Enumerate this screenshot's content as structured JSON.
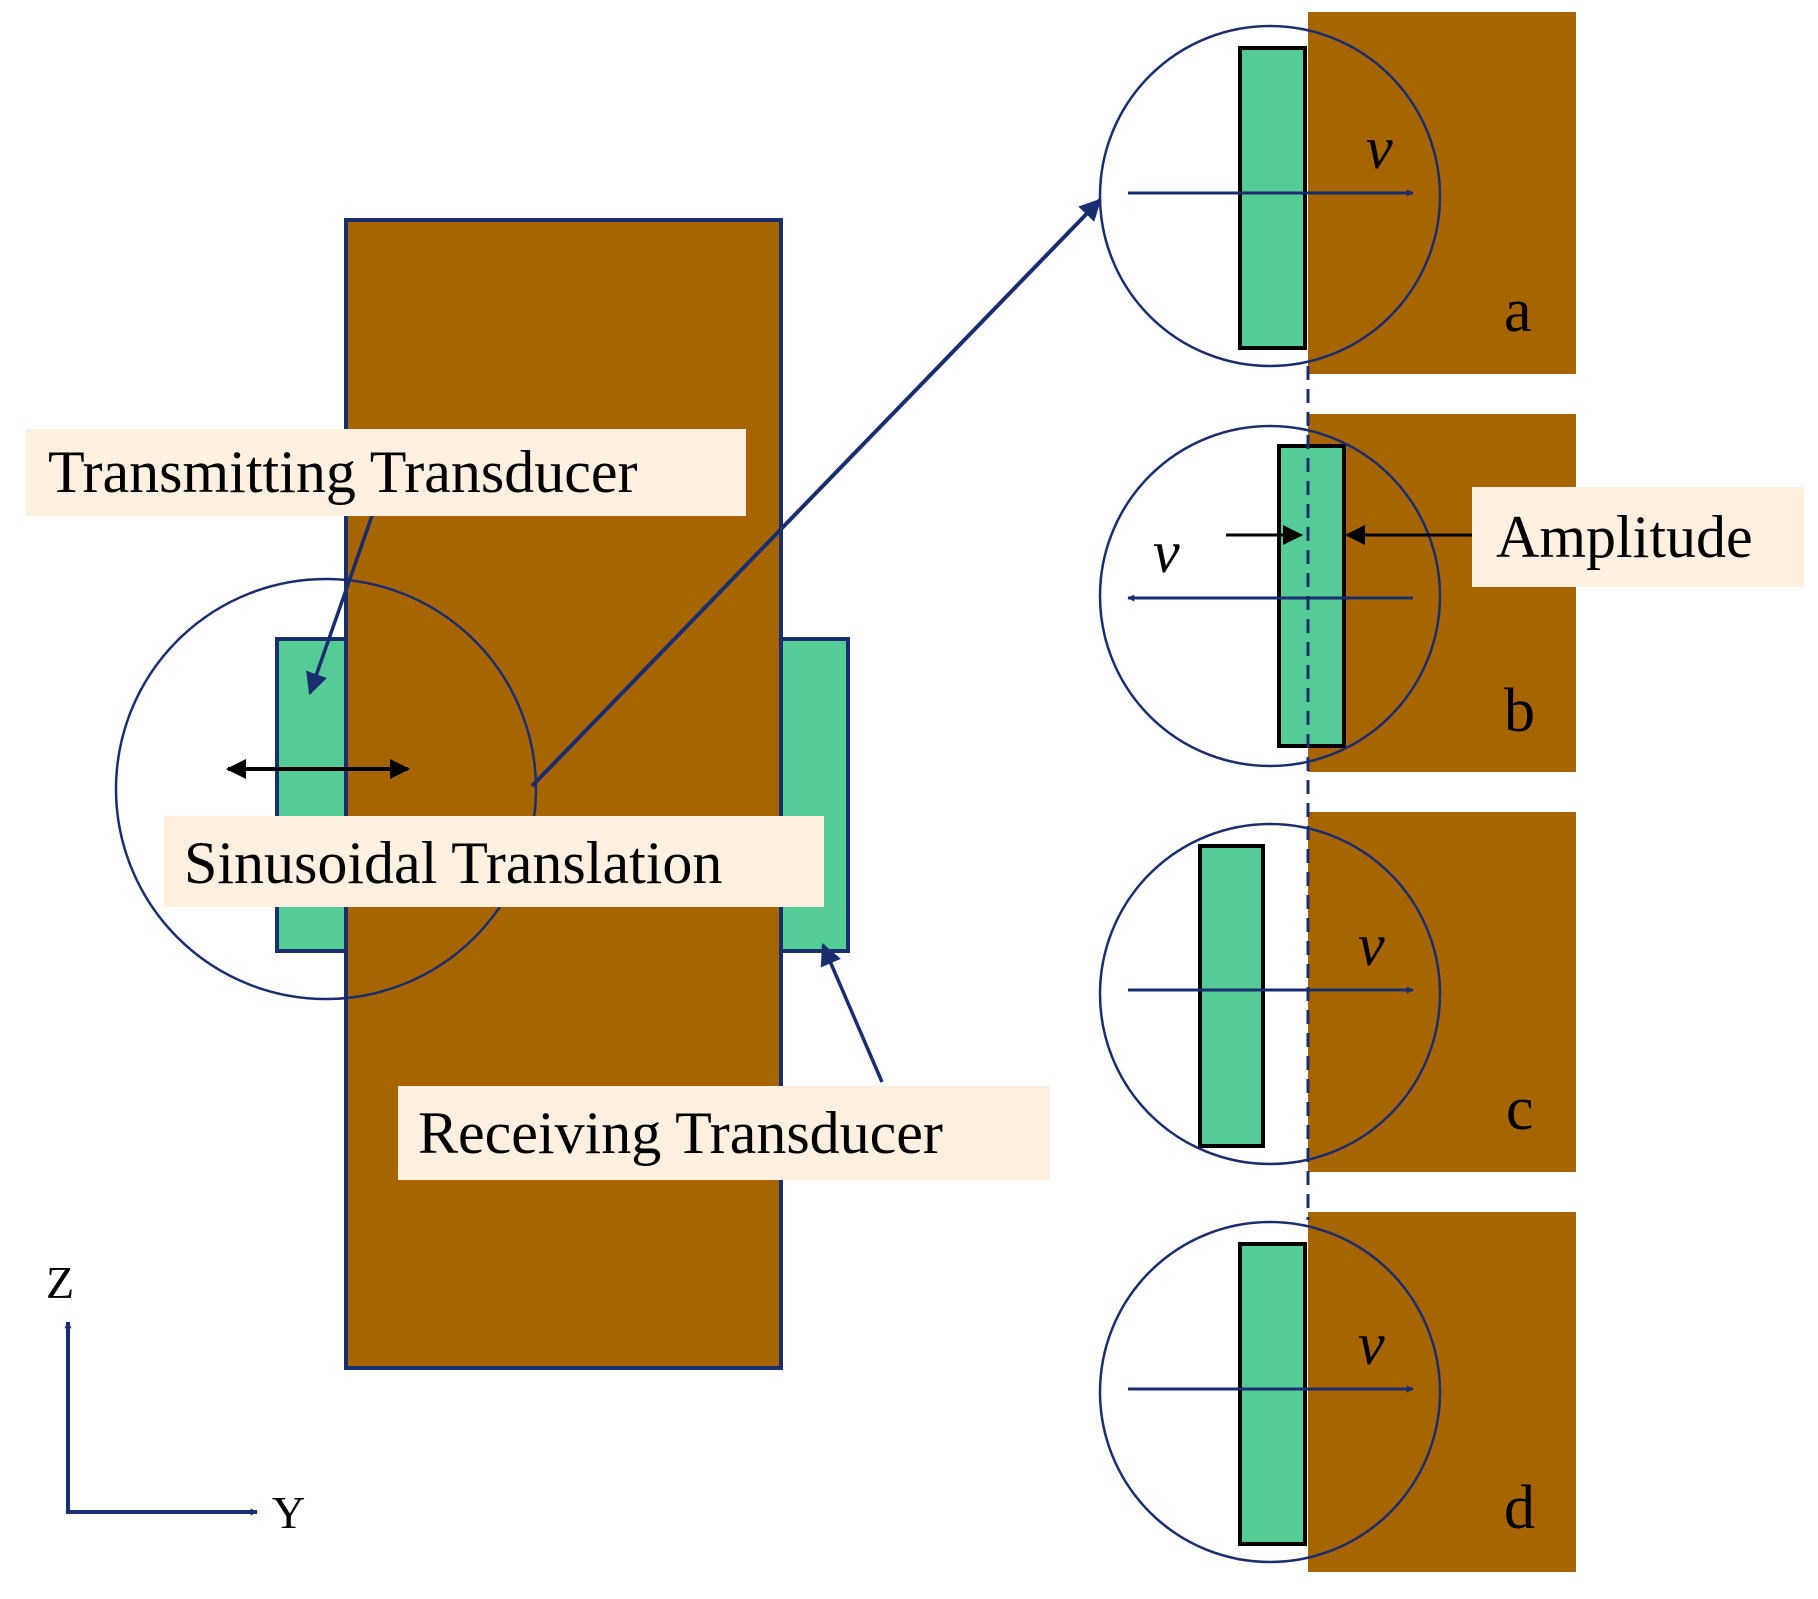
{
  "labels": {
    "transmitting": "Transmitting Transducer",
    "receiving": "Receiving Transducer",
    "sinusoidal": "Sinusoidal Translation",
    "amplitude": "Amplitude"
  },
  "axes": {
    "z": "Z",
    "y": "Y"
  },
  "panels": [
    {
      "letter": "a",
      "velocity": "v",
      "direction": "right"
    },
    {
      "letter": "b",
      "velocity": "v",
      "direction": "left"
    },
    {
      "letter": "c",
      "velocity": "v",
      "direction": "right"
    },
    {
      "letter": "d",
      "velocity": "v",
      "direction": "right"
    }
  ],
  "colors": {
    "medium": "#a66500",
    "transducer": "#55cc96",
    "outline": "#1a2d6e",
    "label_bg": "#fdf0e0",
    "black": "#000000"
  }
}
